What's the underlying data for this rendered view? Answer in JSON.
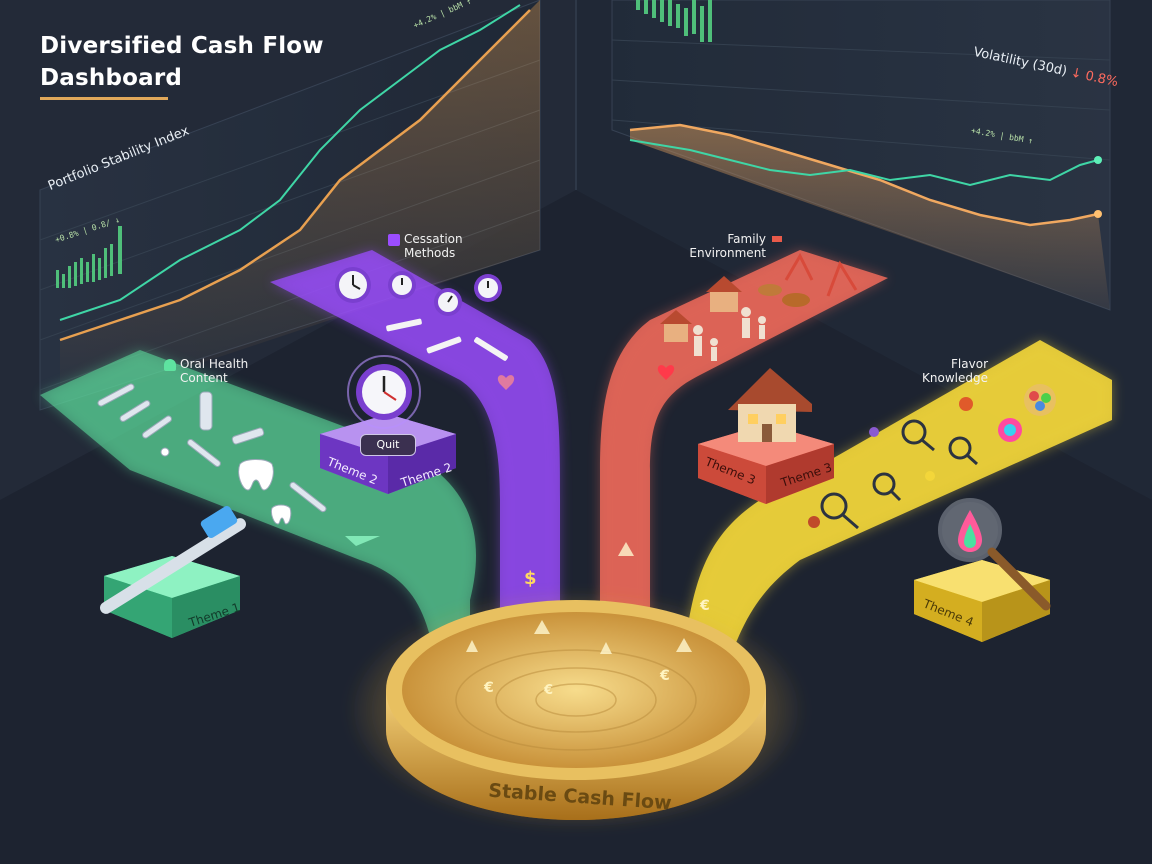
{
  "dashboard": {
    "title": "Diversified Cash Flow Dashboard"
  },
  "panels": {
    "stability": {
      "label": "Portfolio Stability Index",
      "mini_stat": "+0.8% | 0.8/ ↓",
      "top_stat": "+4.2% | bbM ↑"
    },
    "volatility": {
      "label": "Volatility (30d)",
      "delta": "↓ 0.8%",
      "mini_stat": "+4.2% | bbM ↑"
    }
  },
  "themes": [
    {
      "id": 1,
      "label": "Oral Health Content",
      "tile": "Theme 1",
      "color": "#5ee3a0"
    },
    {
      "id": 2,
      "label": "Cessation Methods",
      "tile": "Theme 2",
      "button": "Quit",
      "color": "#9b4dff"
    },
    {
      "id": 3,
      "label": "Family Environment",
      "tile": "Theme 3",
      "color": "#f06a5a"
    },
    {
      "id": 4,
      "label": "Flavor Knowledge",
      "tile": "Theme 4",
      "color": "#f3d63a"
    }
  ],
  "pool": {
    "label": "Stable Cash Flow"
  },
  "currency_glyphs": [
    "$",
    "€",
    "€",
    "€",
    "€"
  ]
}
